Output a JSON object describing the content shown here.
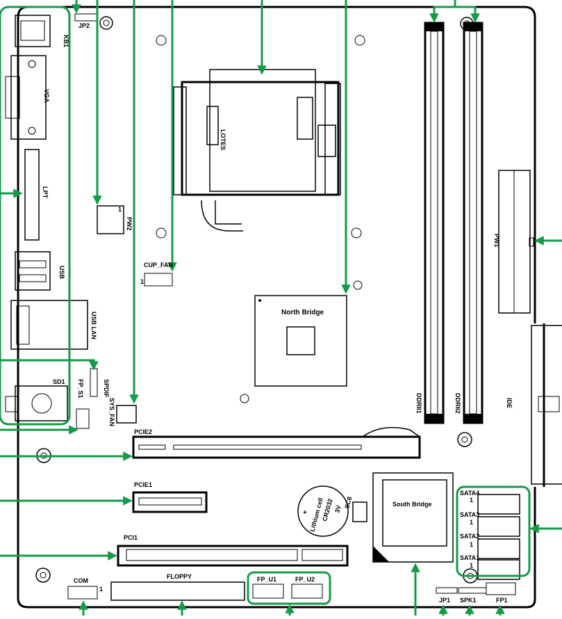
{
  "title": "",
  "labels": {
    "jp2": "JP2",
    "kb1": "KB1",
    "vga": "VGA",
    "lpt": "LPT",
    "usb": "USB",
    "usb_lan": "USB LAN",
    "sd1": "SD1",
    "fp_s1": "FP_S1",
    "spdif": "SPDIF",
    "pw2": "PW2",
    "cup_fan": "CUP_FAN",
    "sys_fan": "SYS_FAN",
    "lotes": "LOTES",
    "north_bridge": "North Bridge",
    "ddrii1": "DDRII1",
    "ddrii2": "DDRII2",
    "pw1": "PW1",
    "ide": "IDE",
    "pcie2": "PCIE2",
    "pcie1": "PCIE1",
    "pci1": "PCI1",
    "lithium_cell": "Lithium cell",
    "cr2032": "CR2032",
    "v3": "3V",
    "sc8": "SC8",
    "plus": "+",
    "south_bridge": "South Bridge",
    "sata4": "SATA4",
    "sata3": "SATA3",
    "sata2": "SATA2",
    "sata1": "SATA1",
    "com": "COM",
    "floppy": "FLOPPY",
    "fp_u1": "FP_U1",
    "fp_u2": "FP_U2",
    "jp1": "JP1",
    "spk1": "SPK1",
    "fp1": "FP1",
    "pin1": "1"
  },
  "colors": {
    "accent": "#149a48",
    "ink": "#000000"
  }
}
